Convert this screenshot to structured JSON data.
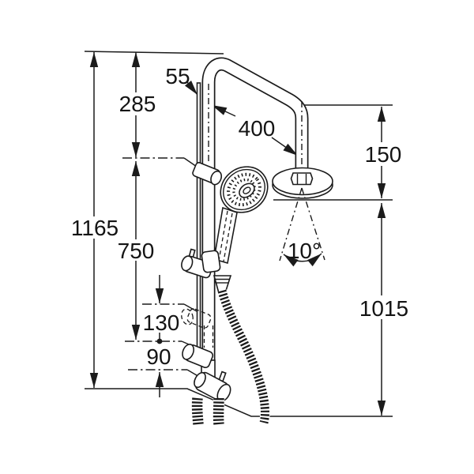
{
  "diagram": {
    "kind": "technical-dimension-drawing",
    "subject": "dual-shower-system",
    "dims": {
      "overall_height": "1165",
      "top_to_holder": "285",
      "wall_bar_length": "750",
      "upper_hole_spacing": "130",
      "lower_hole_spacing": "90",
      "wall_offset": "55",
      "arm_reach": "400",
      "overhead_drop": "150",
      "outlet_to_overhead": "1015",
      "spray_angle": "10°"
    },
    "colors": {
      "line": "#1b1b1b",
      "background": "#ffffff"
    }
  }
}
